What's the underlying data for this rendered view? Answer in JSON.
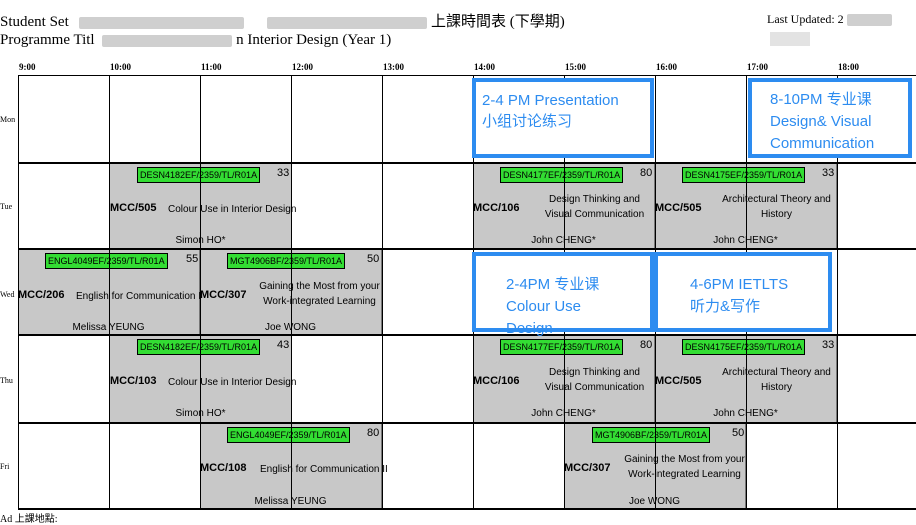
{
  "header": {
    "student_set_prefix": "Student Set",
    "student_set_suffix": "上課時間表 (下學期)",
    "programme_prefix": "Programme Titl",
    "programme_suffix": "n Interior Design (Year 1)",
    "last_updated": "Last Updated: 2"
  },
  "times": [
    "9:00",
    "10:00",
    "11:00",
    "12:00",
    "13:00",
    "14:00",
    "15:00",
    "16:00",
    "17:00",
    "18:00"
  ],
  "days": [
    "Mon",
    "Tue",
    "Wed",
    "Thu",
    "Fri"
  ],
  "courses": {
    "tue_colour": {
      "code": "DESN4182EF/2359/TL/R01A",
      "cap": "33",
      "room": "MCC/505",
      "name": "Colour Use in Interior Design",
      "teacher": "Simon HO*"
    },
    "tue_design": {
      "code": "DESN4177EF/2359/TL/R01A",
      "cap": "80",
      "room": "MCC/106",
      "name": "Design Thinking and Visual Communication",
      "teacher": "John CHENG*"
    },
    "tue_arch": {
      "code": "DESN4175EF/2359/TL/R01A",
      "cap": "33",
      "room": "MCC/505",
      "name": "Architectural Theory and History",
      "teacher": "John CHENG*"
    },
    "wed_english": {
      "code": "ENGL4049EF/2359/TL/R01A",
      "cap": "55",
      "room": "MCC/206",
      "name": "English for Communication II",
      "teacher": "Melissa YEUNG"
    },
    "wed_mgt": {
      "code": "MGT4906BF/2359/TL/R01A",
      "cap": "50",
      "room": "MCC/307",
      "name": "Gaining the Most from your Work-integrated Learning",
      "teacher": "Joe WONG"
    },
    "thu_colour": {
      "code": "DESN4182EF/2359/TL/R01A",
      "cap": "43",
      "room": "MCC/103",
      "name": "Colour Use in Interior Design",
      "teacher": "Simon HO*"
    },
    "thu_design": {
      "code": "DESN4177EF/2359/TL/R01A",
      "cap": "80",
      "room": "MCC/106",
      "name": "Design Thinking and Visual Communication",
      "teacher": "John CHENG*"
    },
    "thu_arch": {
      "code": "DESN4175EF/2359/TL/R01A",
      "cap": "33",
      "room": "MCC/505",
      "name": "Architectural Theory and History",
      "teacher": "John CHENG*"
    },
    "fri_english": {
      "code": "ENGL4049EF/2359/TL/R01A",
      "cap": "80",
      "room": "MCC/108",
      "name": "English for Communication II",
      "teacher": "Melissa YEUNG"
    },
    "fri_mgt": {
      "code": "MGT4906BF/2359/TL/R01A",
      "cap": "50",
      "room": "MCC/307",
      "name": "Gaining the Most from your Work-integrated Learning",
      "teacher": "Joe WONG"
    }
  },
  "notes": {
    "mon_presentation": {
      "line1": "2-4 PM Presentation",
      "line2": "小组讨论练习"
    },
    "mon_design_visual": {
      "line1": "8-10PM 专业课",
      "line2": "Design& Visual",
      "line3": "Communication"
    },
    "wed_colour": {
      "line1": "2-4PM 专业课",
      "line2": "Colour Use Design"
    },
    "wed_ielts": {
      "line1": "4-6PM IETLTS",
      "line2": "听力&写作"
    }
  },
  "footer": {
    "text": "Ad 上課地點: "
  },
  "colors": {
    "code_bg": "#33dd33",
    "course_bg": "#c8c8c8",
    "note_border": "#2d8cf0"
  }
}
